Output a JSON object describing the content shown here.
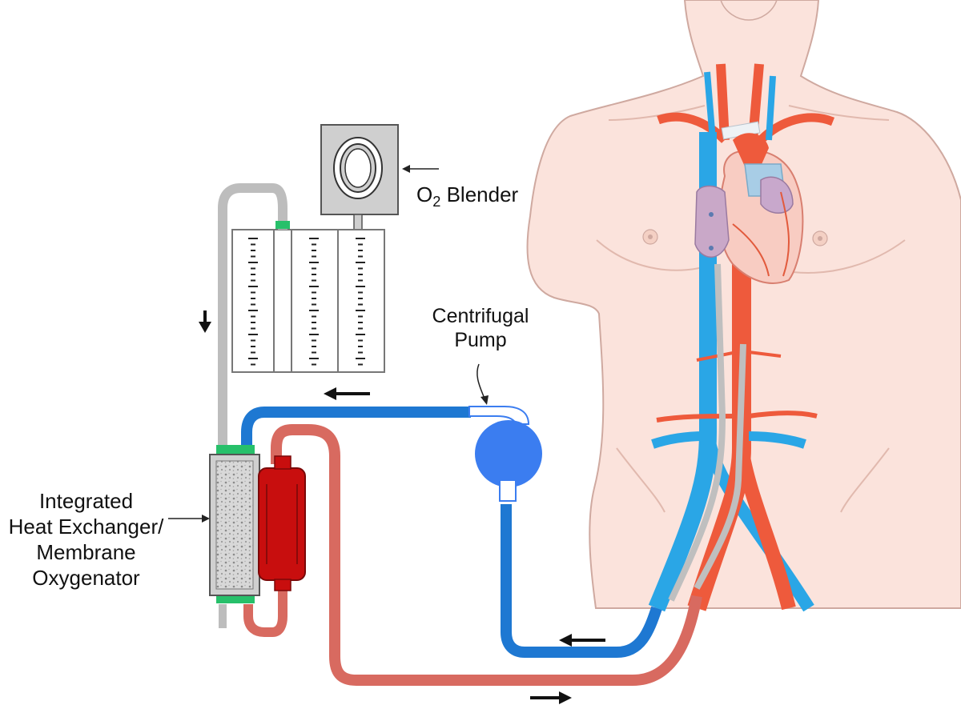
{
  "labels": {
    "o2_blender": {
      "o": "O",
      "subscript": "2",
      "text": " Blender"
    },
    "pump": {
      "line1": "Centrifugal",
      "line2": "Pump"
    },
    "oxygenator": {
      "line1": "Integrated",
      "line2": "Heat Exchanger/",
      "line3": "Membrane",
      "line4": "Oxygenator"
    }
  },
  "colors": {
    "venous": "#1e78d2",
    "arterial_circuit": "#d86a60",
    "artery": "#ee5a3c",
    "vein": "#2aa6e6",
    "skin": "#fbe3dc",
    "skin_outline": "#cfa9a0",
    "gas_line": "#c9c9c9",
    "connector": "#27c06a",
    "oxygenator_core": "#c80e0e",
    "pump": "#3b7df0"
  },
  "icons": [
    "arrow-down-icon",
    "arrow-left-icon",
    "arrow-right-icon"
  ]
}
